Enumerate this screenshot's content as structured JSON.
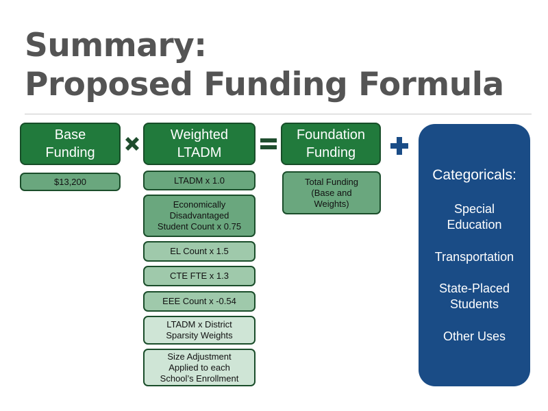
{
  "title": {
    "line1": "Summary:",
    "line2": "Proposed Funding Formula"
  },
  "colors": {
    "header_green": "#217a3c",
    "dark_green": "#6aa77e",
    "mid_green": "#9fc9ab",
    "light_green": "#cfe5d6",
    "operator_green": "#1f4d2e",
    "categorical_blue": "#1a4c86"
  },
  "base": {
    "header": "Base\nFunding",
    "value": "$13,200"
  },
  "weighted": {
    "header": "Weighted\nLTADM",
    "items": [
      "LTADM x 1.0",
      "Economically\nDisadvantaged\nStudent Count x 0.75",
      "EL Count x 1.5",
      "CTE FTE x 1.3",
      "EEE Count x -0.54",
      "LTADM x District\nSparsity Weights",
      "Size Adjustment\nApplied to each\nSchool’s Enrollment"
    ]
  },
  "foundation": {
    "header": "Foundation\nFunding",
    "value": "Total Funding\n(Base and\nWeights)"
  },
  "operators": {
    "multiply_icon": "multiply-icon",
    "equals_icon": "equals-icon",
    "plus_icon": "plus-icon"
  },
  "categoricals": {
    "title": "Categoricals:",
    "items": [
      "Special\nEducation",
      "Transportation",
      "State-Placed\nStudents",
      "Other Uses"
    ]
  }
}
